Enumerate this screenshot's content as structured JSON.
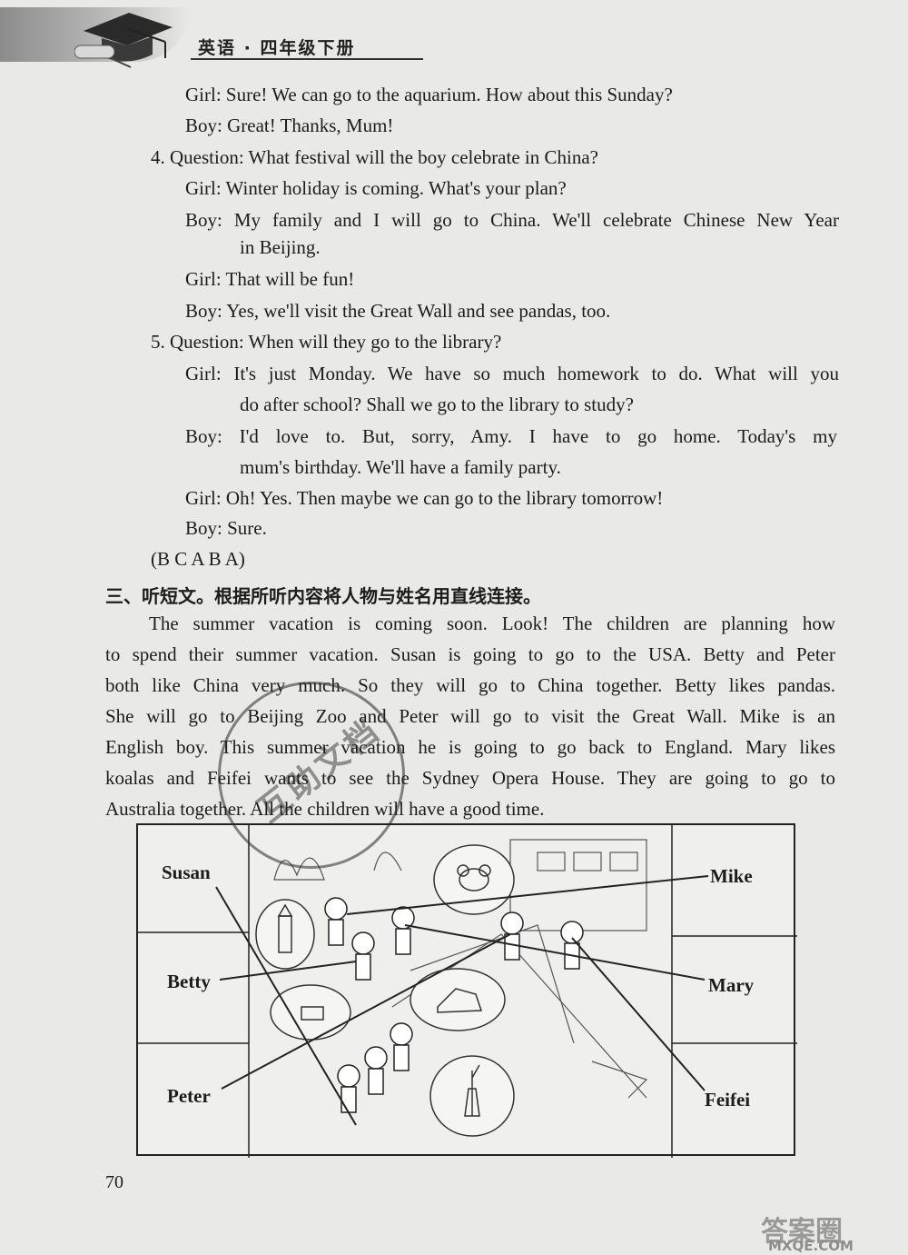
{
  "header": {
    "title": "英语 · 四年级下册"
  },
  "dialog": [
    {
      "id": "l1",
      "text": "Girl: Sure! We can go to the aquarium.  How about this Sunday?"
    },
    {
      "id": "l2",
      "text": "Boy: Great! Thanks, Mum!"
    },
    {
      "id": "l3",
      "text": "4.  Question: What festival will the boy celebrate in China?"
    },
    {
      "id": "l4",
      "text": "Girl: Winter holiday is coming.  What's your plan?"
    },
    {
      "id": "l5",
      "text": "Boy: My family and I will go to China.  We'll celebrate Chinese New Year"
    },
    {
      "id": "l6",
      "text": "in Beijing."
    },
    {
      "id": "l7",
      "text": "Girl: That will be fun!"
    },
    {
      "id": "l8",
      "text": "Boy: Yes, we'll visit the Great Wall and see pandas, too."
    },
    {
      "id": "l9",
      "text": "5.  Question: When will they go to the library?"
    },
    {
      "id": "l10",
      "text": "Girl: It's just Monday.  We have so much homework to do.  What will you"
    },
    {
      "id": "l11",
      "text": "do after school? Shall we go to the library to study?"
    },
    {
      "id": "l12",
      "text": "Boy: I'd love to.  But, sorry, Amy.  I have to go home.  Today's my"
    },
    {
      "id": "l13",
      "text": "mum's birthday.  We'll have a family party."
    },
    {
      "id": "l14",
      "text": "Girl: Oh! Yes.  Then maybe we can go to the library tomorrow!"
    },
    {
      "id": "l15",
      "text": "Boy: Sure."
    },
    {
      "id": "l16",
      "text": "(B   C   A   B   A)"
    }
  ],
  "section3": {
    "title": "三、听短文。根据所听内容将人物与姓名用直线连接。",
    "paragraph": [
      "The summer vacation is coming soon.  Look!  The children are planning how",
      "to spend their summer vacation.  Susan is going to go to the USA.  Betty and Peter",
      "both like China very much.  So they will go to China together.  Betty likes pandas.",
      "She will go to Beijing Zoo and Peter will go to visit the Great Wall.  Mike is an",
      "English boy.  This summer vacation he is going to go back to England.  Mary likes",
      "koalas and Feifei wants to see the Sydney Opera House.  They are going to go to",
      "Australia together.  All the children will have a good time."
    ]
  },
  "figure": {
    "names_left": [
      "Susan",
      "Betty",
      "Peter"
    ],
    "names_right": [
      "Mike",
      "Mary",
      "Feifei"
    ]
  },
  "page_number": "70",
  "stamp_text": "互助文档",
  "watermark": {
    "main": "答案圈",
    "url": "MXQE.COM"
  }
}
